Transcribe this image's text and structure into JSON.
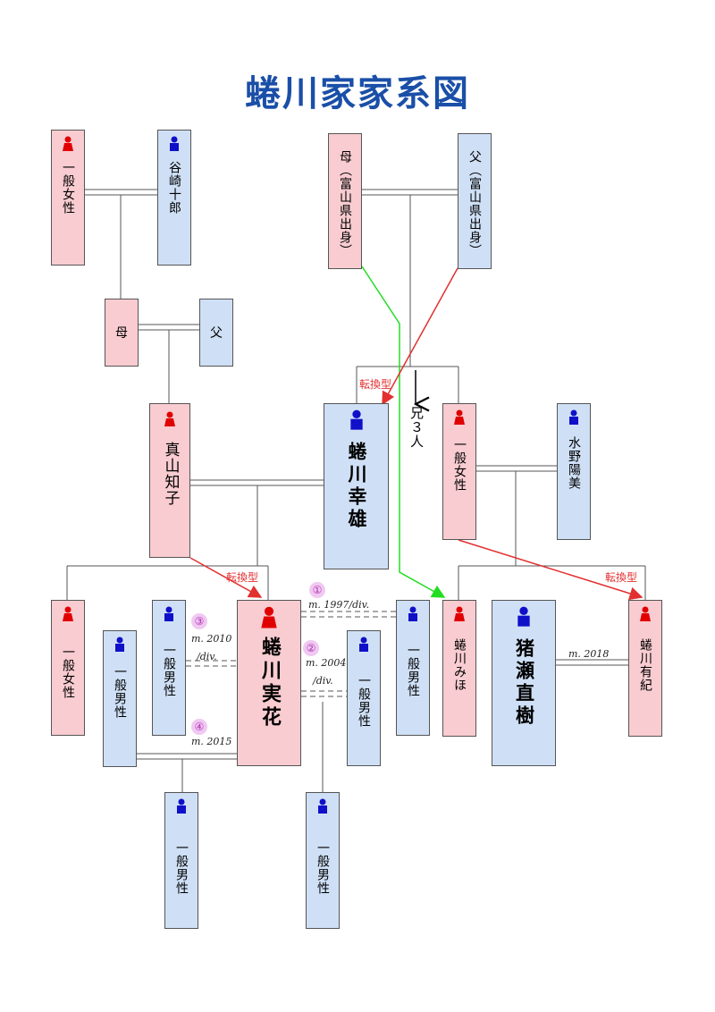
{
  "title": "蜷川家家系図",
  "people": {
    "maternal_grandmother": "一般女性",
    "maternal_grandfather": "谷崎十郎",
    "paternal_grandmother": "母（富山県出身）",
    "paternal_grandfather": "父（富山県出身）",
    "mother_parent_mother": "母",
    "mother_parent_father": "父",
    "mother": "真山知子",
    "father": "蜷川幸雄",
    "aunt": "一般女性",
    "aunt_husband": "水野陽美",
    "mika_sister": "一般女性",
    "husband3": "一般男性",
    "husband4": "一般男性",
    "mika": "蜷川実花",
    "husband2": "一般男性",
    "husband1": "一般男性",
    "miho": "蜷川みほ",
    "inose": "猪瀬直樹",
    "yuki": "蜷川有紀",
    "child1": "一般男性",
    "child2": "一般男性"
  },
  "labels": {
    "brothers": "兄３人",
    "convert1": "転換型",
    "convert2": "転換型",
    "convert3": "転換型",
    "m1": "m. 1997/div.",
    "m2a": "m. 2004",
    "m2b": "/div.",
    "m3a": "m. 2010",
    "m3b": "/div.",
    "m4": "m. 2015",
    "m_inose": "m. 2018",
    "n1": "①",
    "n2": "②",
    "n3": "③",
    "n4": "④"
  },
  "colors": {
    "female_fill": "#f8ccd0",
    "male_fill": "#cfe0f6",
    "female_icon": "#e00000",
    "male_icon": "#1010c8",
    "title": "#1a4fa8",
    "green_arrow": "#22dd22",
    "red_arrow": "#e23030",
    "circle_fill": "#f0c8f2"
  }
}
